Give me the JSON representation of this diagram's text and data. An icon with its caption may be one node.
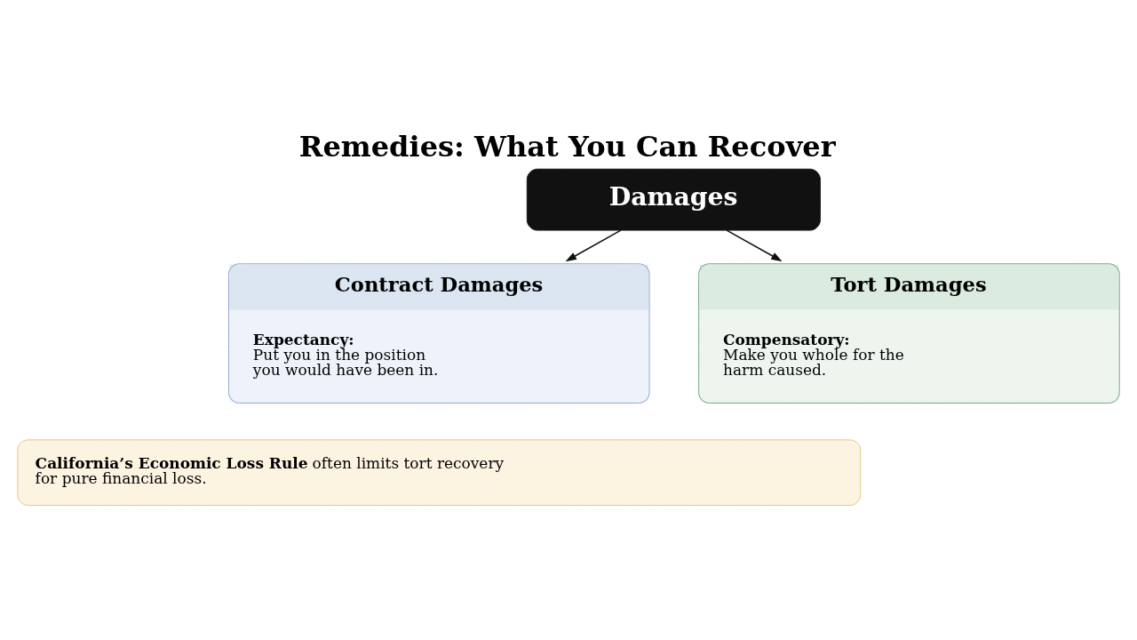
{
  "diagram": {
    "title": "Remedies: What You Can Recover",
    "nodes": [
      {
        "text": [
          "Damages"
        ]
      },
      {
        "text": [
          "Contract Damages",
          "Expectancy:",
          "Put you in the position you would have been in."
        ]
      },
      {
        "text": [
          "Tort Damages",
          "Compensatory:",
          "Make you whole for the harm caused."
        ]
      },
      {
        "text": [
          "**California’s Economic Loss Rule** often limits tort recovery for pure financial loss."
        ]
      }
    ],
    "edges": [
      {
        "from": 0,
        "to": 1,
        "arrow": "to"
      },
      {
        "from": 0,
        "to": 2,
        "arrow": "to"
      }
    ]
  }
}
